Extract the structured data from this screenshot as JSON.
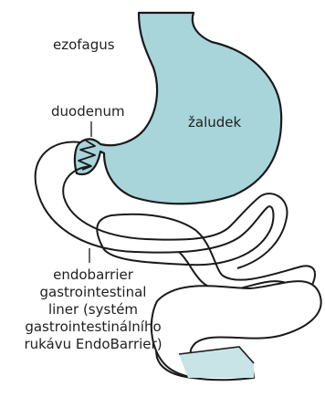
{
  "labels": {
    "ezofagus": "ezofagus",
    "zaludek": "žaludek",
    "duodenum": "duodenum",
    "liner": [
      "endobarrier",
      "gastrointestinal",
      "liner (systém",
      "gastrointestinálního",
      "rukávu EndoBarrier)"
    ]
  },
  "colors": {
    "organ_fill": "#a8d5da",
    "outline": "#1a1a1a",
    "sleeve_end": "#c8e4e6"
  }
}
